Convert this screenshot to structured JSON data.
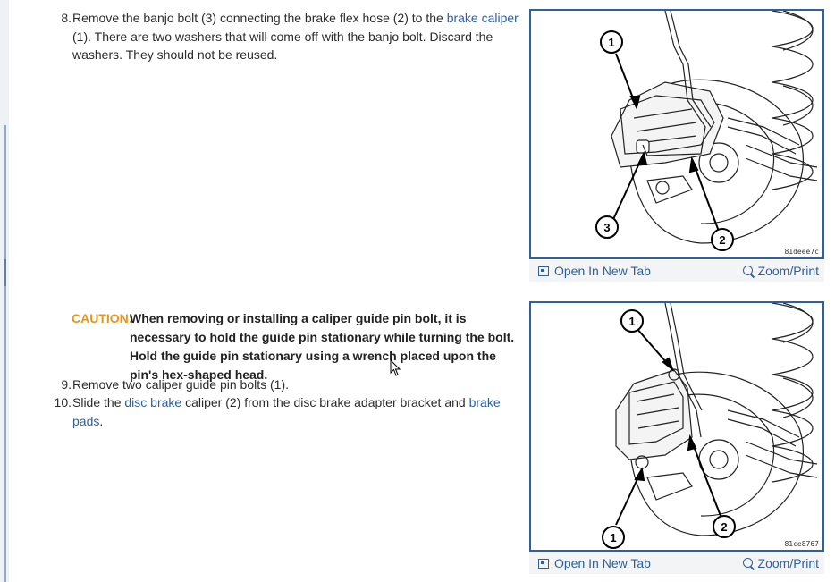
{
  "steps": [
    {
      "num": "8.",
      "text_a": "Remove the banjo bolt (3) connecting the brake flex hose (2) to the ",
      "link": "brake caliper",
      "text_b": " (1). There are two washers that will come off with the banjo bolt. Discard the washers. They should not be reused."
    },
    {
      "num": "9.",
      "text": "Remove two caliper guide pin bolts (1)."
    },
    {
      "num": "10.",
      "text_a": "Slide the ",
      "link1": "disc brake",
      "text_b": " caliper (2) from the disc brake adapter bracket and ",
      "link2": "brake pads",
      "text_c": "."
    }
  ],
  "caution": {
    "label": "CAUTION:",
    "text": "When removing or installing a caliper guide pin bolt, it is necessary to hold the guide pin stationary while turning the bolt. Hold the guide pin stationary using a wrench placed upon the pin's hex-shaped head."
  },
  "figures": [
    {
      "code": "81deee7c",
      "callouts": [
        "1",
        "2",
        "3"
      ],
      "open_label": "Open In New Tab",
      "zoom_label": "Zoom/Print"
    },
    {
      "code": "81ce8767",
      "callouts": [
        "1",
        "2",
        "1"
      ],
      "open_label": "Open In New Tab",
      "zoom_label": "Zoom/Print"
    }
  ],
  "colors": {
    "link": "#2e5f9e",
    "caution": "#e8961b",
    "frame": "#2e5f9e"
  }
}
